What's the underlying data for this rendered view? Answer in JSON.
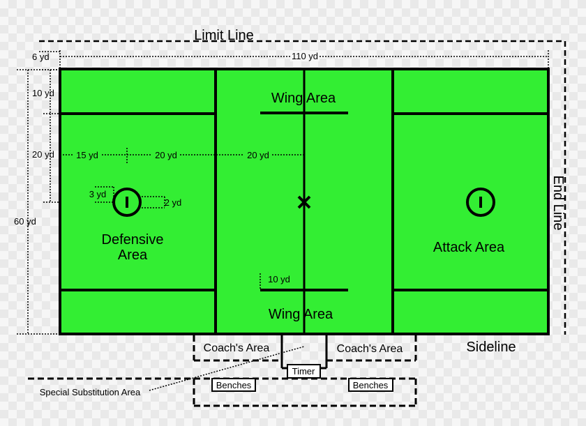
{
  "labels": {
    "limit_line": "Limit Line",
    "end_line": "End Line",
    "sideline": "Sideline",
    "wing_area_top": "Wing Area",
    "wing_area_bottom": "Wing Area",
    "defensive_area_1": "Defensive",
    "defensive_area_2": "Area",
    "attack_area": "Attack Area",
    "coachs_area_left": "Coach's Area",
    "coachs_area_right": "Coach's Area",
    "timer": "Timer",
    "benches_left": "Benches",
    "benches_right": "Benches",
    "special_substitution_area": "Special Substitution Area"
  },
  "dimensions": {
    "d_6yd": "6 yd",
    "d_110yd": "110 yd",
    "d_10yd_top": "10 yd",
    "d_20yd_left": "20 yd",
    "d_60yd": "60 yd",
    "d_15yd": "15 yd",
    "d_20yd_a": "20 yd",
    "d_20yd_b": "20 yd",
    "d_3yd": "3 yd",
    "d_2yd": "2 yd",
    "d_10yd_wing": "10 yd"
  },
  "colors": {
    "field": "#33ee33",
    "lines": "#000000"
  }
}
